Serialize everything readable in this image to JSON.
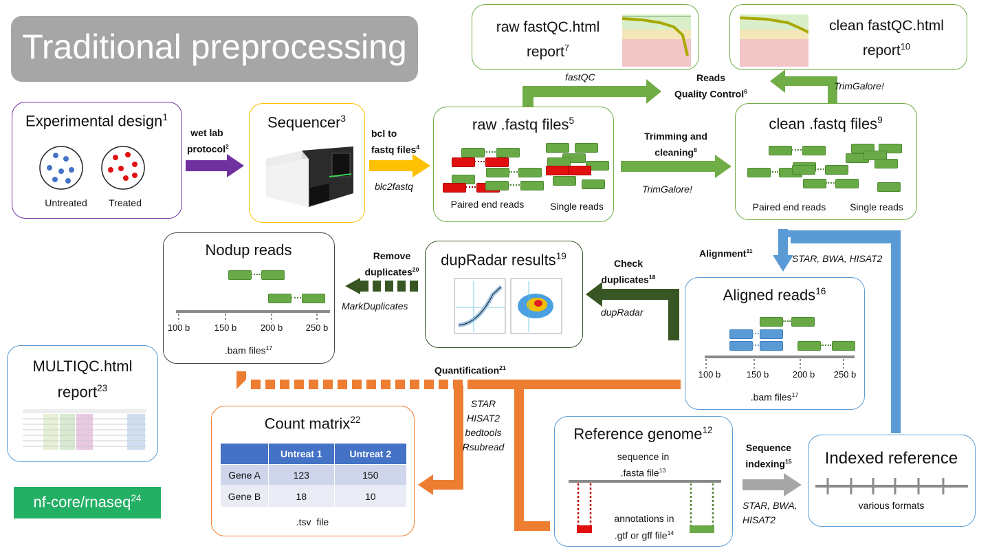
{
  "title": "Traditional preprocessing",
  "badge": {
    "text": "nf-core/rnaseq",
    "ref": "24"
  },
  "colors": {
    "purple": "#7030a0",
    "yellow": "#ffc000",
    "green": "#70ad47",
    "dark_green": "#375623",
    "blue": "#5b9bd5",
    "orange": "#ed7d31",
    "gray": "#a6a6a6"
  },
  "nodes": {
    "experimental_design": {
      "title": "Experimental design",
      "ref": "1",
      "untreated": "Untreated",
      "treated": "Treated"
    },
    "sequencer": {
      "title": "Sequencer",
      "ref": "3"
    },
    "raw_fastq": {
      "title": "raw .fastq files",
      "ref": "5",
      "paired": "Paired end reads",
      "single": "Single reads"
    },
    "clean_fastq": {
      "title": "clean .fastq files",
      "ref": "9",
      "paired": "Paired end reads",
      "single": "Single reads"
    },
    "raw_fastqc": {
      "line1": "raw fastQC.html",
      "line2": "report",
      "ref": "7"
    },
    "clean_fastqc": {
      "line1": "clean fastQC.html",
      "line2": "report",
      "ref": "10"
    },
    "nodup": {
      "title": "Nodup reads",
      "ticks": [
        "100 b",
        "150 b",
        "200 b",
        "250 b"
      ],
      "file": ".bam files",
      "ref": "17"
    },
    "dupradar": {
      "title": "dupRadar results",
      "ref": "19"
    },
    "aligned": {
      "title": "Aligned reads",
      "ref": "16",
      "ticks": [
        "100 b",
        "150 b",
        "200 b",
        "250 b"
      ],
      "file": ".bam files",
      "file_ref": "17"
    },
    "multiqc": {
      "line1": "MULTIQC.html",
      "line2": "report",
      "ref": "23"
    },
    "count_matrix": {
      "title": "Count matrix",
      "ref": "22",
      "columns": [
        "",
        "Untreat 1",
        "Untreat 2"
      ],
      "rows": [
        [
          "Gene A",
          "123",
          "150"
        ],
        [
          "Gene B",
          "18",
          "10"
        ]
      ],
      "file": ".tsv  file"
    },
    "reference": {
      "title": "Reference genome",
      "ref": "12",
      "seq_line1": "sequence in",
      "seq_line2": ".fasta file",
      "seq_ref": "13",
      "ann_line1": "annotations in",
      "ann_line2": ".gtf or gff file",
      "ann_ref": "14"
    },
    "indexed": {
      "title": "Indexed reference",
      "formats": "various formats"
    }
  },
  "edges": {
    "wet_lab": {
      "line1": "wet lab",
      "line2": "protocol",
      "ref": "2"
    },
    "bcl": {
      "line1": "bcl to",
      "line2": "fastq files",
      "ref": "4",
      "tool": "blc2fastq"
    },
    "trim": {
      "line1": "Trimming and",
      "line2": "cleaning",
      "ref": "8",
      "tool": "TrimGalore!"
    },
    "qc": {
      "line1": "Reads",
      "line2": "Quality Control",
      "ref": "6",
      "tool_left": "fastQC",
      "tool_right": "TrimGalore!"
    },
    "alignment": {
      "label": "Alignment",
      "ref": "11",
      "tools": "STAR, BWA, HISAT2"
    },
    "check_dup": {
      "line1": "Check",
      "line2": "duplicates",
      "ref": "18",
      "tool": "dupRadar"
    },
    "remove_dup": {
      "line1": "Remove",
      "line2": "duplicates",
      "ref": "20",
      "tool": "MarkDuplicates"
    },
    "quant": {
      "label": "Quantification",
      "ref": "21",
      "tools": [
        "STAR",
        "HISAT2",
        "bedtools",
        "Rsubread"
      ]
    },
    "indexing": {
      "line1": "Sequence",
      "line2": "indexing",
      "ref": "15",
      "tools": [
        "STAR, BWA,",
        "HISAT2"
      ]
    }
  }
}
